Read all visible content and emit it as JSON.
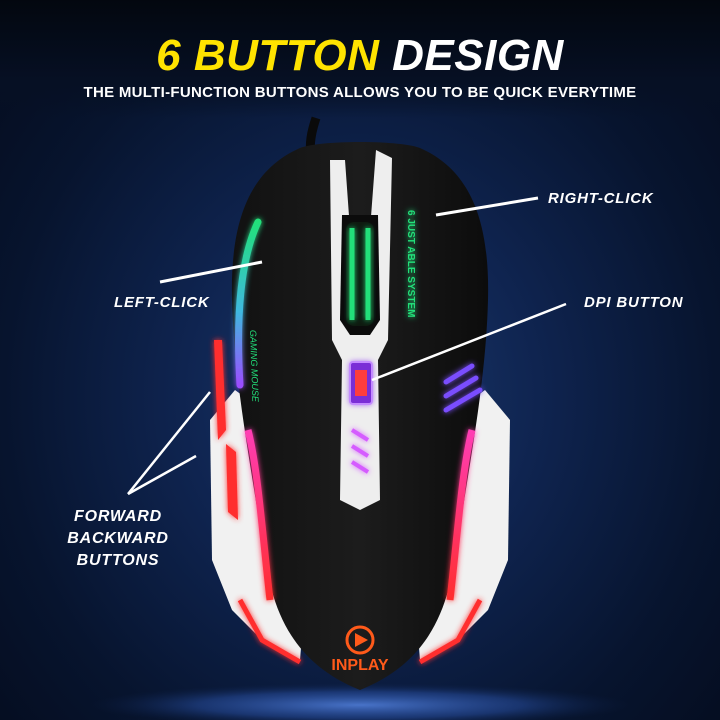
{
  "header": {
    "title_highlight": "6 BUTTON",
    "title_rest": "DESIGN",
    "subtitle": "THE MULTI-FUNCTION BUTTONS ALLOWS YOU TO BE QUICK EVERYTIME"
  },
  "callouts": {
    "right_click": "RIGHT-CLICK",
    "left_click": "LEFT-CLICK",
    "dpi_button": "DPI BUTTON",
    "side_buttons": [
      "FORWARD",
      "BACKWARD",
      "BUTTONS"
    ]
  },
  "mouse": {
    "brand": "INPLAY",
    "side_text_left": "GAMING MOUSE",
    "side_text_right": "6 JUST ABLE SYSTEM"
  },
  "colors": {
    "title_accent": "#ffe300",
    "background": "#0f2450",
    "led_green": "#22e07a",
    "led_purple": "#9b4dff",
    "led_pink": "#ff3db5",
    "led_red": "#ff2d2d"
  }
}
